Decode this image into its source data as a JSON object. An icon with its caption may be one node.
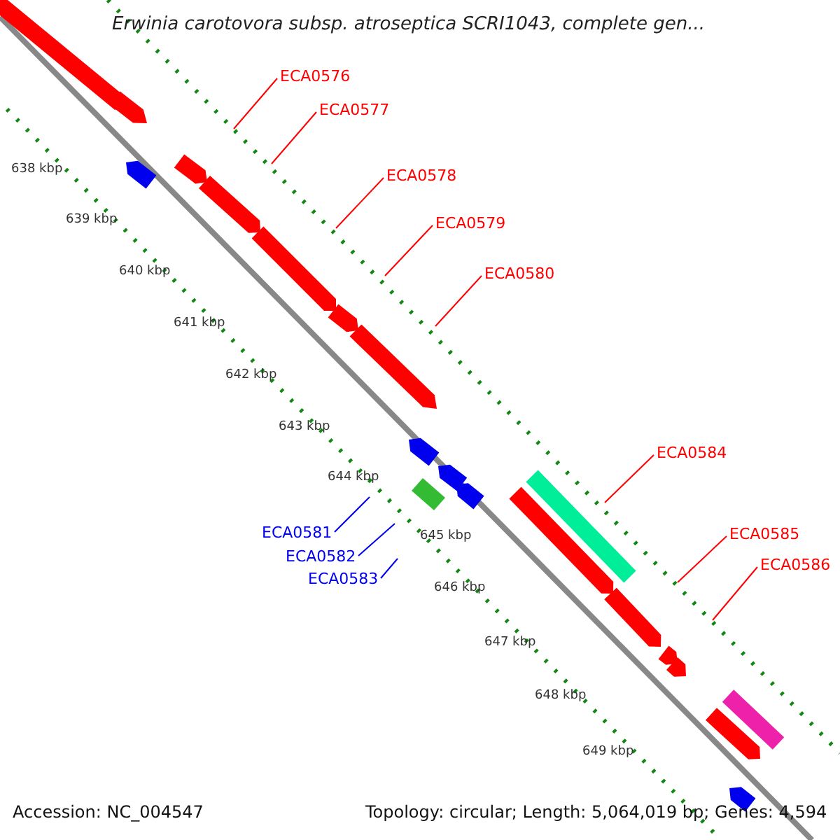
{
  "diagram": {
    "title": "Erwinia carotovora subsp. atroseptica SCRI1043, complete gen...",
    "nodes": [
      {
        "text": [
          "ECA0576"
        ]
      },
      {
        "text": [
          "ECA0577"
        ]
      },
      {
        "text": [
          "ECA0578"
        ]
      },
      {
        "text": [
          "ECA0579"
        ]
      },
      {
        "text": [
          "ECA0580"
        ]
      },
      {
        "text": [
          "ECA0584"
        ]
      },
      {
        "text": [
          "ECA0585"
        ]
      },
      {
        "text": [
          "ECA0586"
        ]
      },
      {
        "text": [
          "ECA0581"
        ]
      },
      {
        "text": [
          "ECA0582"
        ]
      },
      {
        "text": [
          "ECA0583"
        ]
      }
    ],
    "edges": [
      {
        "from": 0,
        "to": null,
        "arrow": "none"
      },
      {
        "from": 1,
        "to": null,
        "arrow": "none"
      },
      {
        "from": 2,
        "to": null,
        "arrow": "none"
      },
      {
        "from": 3,
        "to": null,
        "arrow": "none"
      },
      {
        "from": 4,
        "to": null,
        "arrow": "none"
      },
      {
        "from": 5,
        "to": null,
        "arrow": "none"
      },
      {
        "from": 6,
        "to": null,
        "arrow": "none"
      },
      {
        "from": 7,
        "to": null,
        "arrow": "none"
      },
      {
        "from": 8,
        "to": null,
        "arrow": "none",
        "color": "#0000ee"
      },
      {
        "from": 9,
        "to": null,
        "arrow": "none",
        "color": "#0000ee"
      },
      {
        "from": 10,
        "to": null,
        "arrow": "none",
        "color": "#0000ee"
      }
    ],
    "labels": [
      "638 kbp",
      "639 kbp",
      "640 kbp",
      "641 kbp",
      "642 kbp",
      "643 kbp",
      "644 kbp",
      "645 kbp",
      "646 kbp",
      "647 kbp",
      "648 kbp",
      "649 kbp",
      "Accession: NC_004547",
      "Topology: circular; Length: 5,064,019 bp; Genes: 4,594"
    ]
  }
}
